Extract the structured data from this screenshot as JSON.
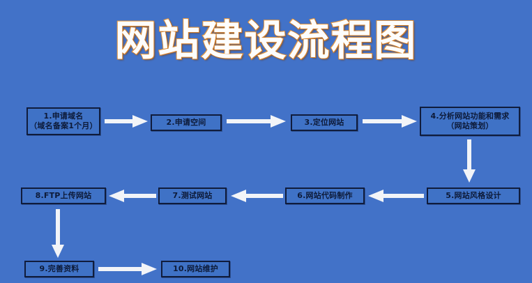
{
  "page": {
    "title": "网站建设流程图",
    "background_color": "#4272c8",
    "title_fill_color": "#fdfdfd",
    "title_outline_color": "#e08a2e",
    "node_border_color": "#101c3c",
    "node_fill_color": "#3f72c6",
    "node_text_color": "#0d1a38",
    "arrow_color": "#f2f4f8"
  },
  "nodes": [
    {
      "id": "step-1",
      "line1": "1.申请域名",
      "line2": "（域名备案1个月）"
    },
    {
      "id": "step-2",
      "line1": "2.申请空间",
      "line2": ""
    },
    {
      "id": "step-3",
      "line1": "3.定位网站",
      "line2": ""
    },
    {
      "id": "step-4",
      "line1": "4.分析网站功能和需求",
      "line2": "（网站策划）"
    },
    {
      "id": "step-5",
      "line1": "5.网站风格设计",
      "line2": ""
    },
    {
      "id": "step-6",
      "line1": "6.网站代码制作",
      "line2": ""
    },
    {
      "id": "step-7",
      "line1": "7.测试网站",
      "line2": ""
    },
    {
      "id": "step-8",
      "line1": "8.FTP上传网站",
      "line2": ""
    },
    {
      "id": "step-9",
      "line1": "9.完善资料",
      "line2": ""
    },
    {
      "id": "step-10",
      "line1": "10.网站维护",
      "line2": ""
    }
  ],
  "arrows": [
    {
      "id": "arrow-1-to-2",
      "direction": "right"
    },
    {
      "id": "arrow-2-to-3",
      "direction": "right"
    },
    {
      "id": "arrow-3-to-4",
      "direction": "right"
    },
    {
      "id": "arrow-4-to-5",
      "direction": "down"
    },
    {
      "id": "arrow-5-to-6",
      "direction": "left"
    },
    {
      "id": "arrow-6-to-7",
      "direction": "left"
    },
    {
      "id": "arrow-7-to-8",
      "direction": "left"
    },
    {
      "id": "arrow-8-to-9",
      "direction": "down"
    },
    {
      "id": "arrow-9-to-10",
      "direction": "right"
    }
  ]
}
